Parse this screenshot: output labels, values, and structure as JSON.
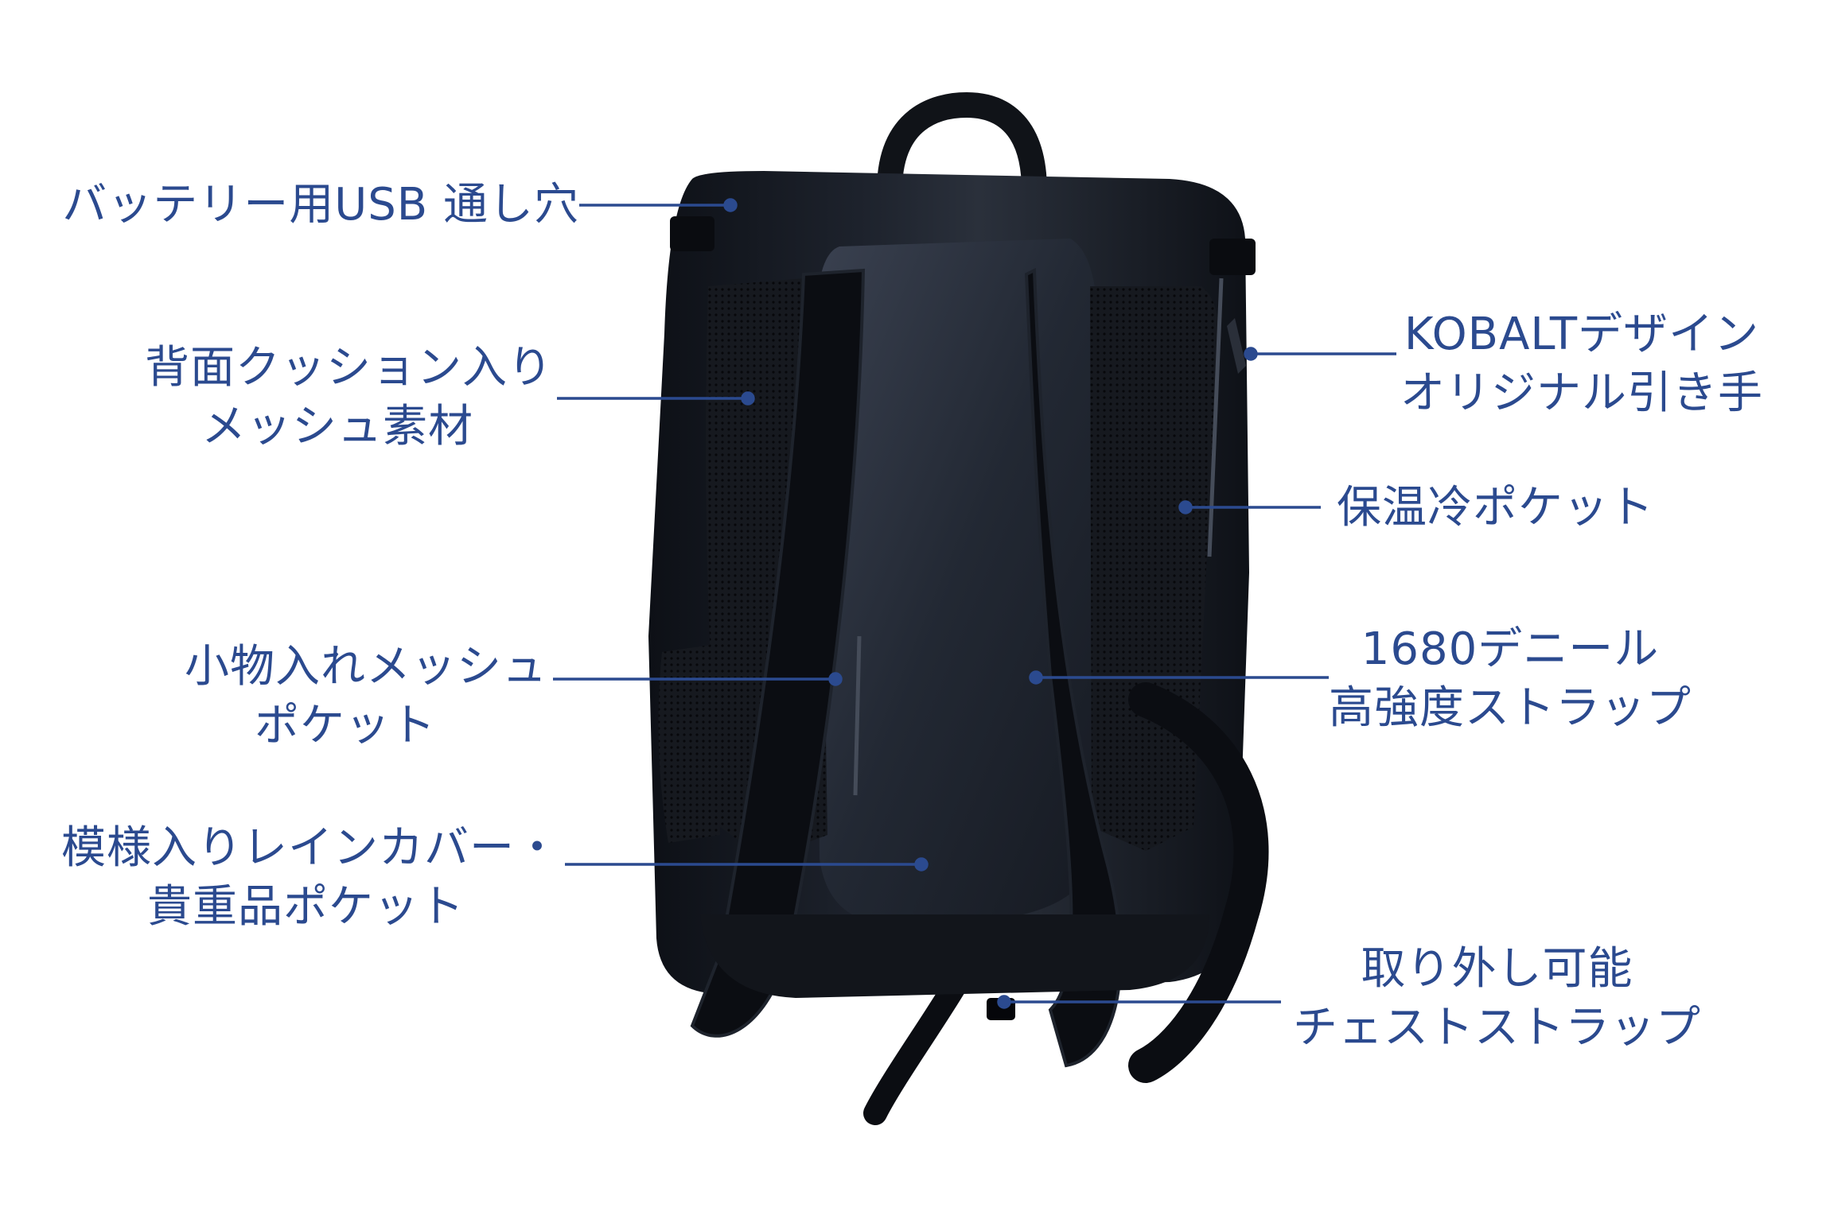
{
  "accent_color": "#2b4a8f",
  "bag_color": "#15181f",
  "subject": "backpack-rear-view",
  "callouts": [
    {
      "id": "usb-port",
      "lines": [
        "バッテリー用USB 通し穴"
      ]
    },
    {
      "id": "back-cushion",
      "lines": [
        "背面クッション入り",
        "メッシュ素材"
      ]
    },
    {
      "id": "mesh-pocket",
      "lines": [
        "小物入れメッシュ",
        "ポケット"
      ]
    },
    {
      "id": "rain-cover",
      "lines": [
        "模様入りレインカバー・",
        "貴重品ポケット"
      ]
    },
    {
      "id": "zipper-pull",
      "lines": [
        "KOBALTデザイン",
        "オリジナル引き手"
      ]
    },
    {
      "id": "insulated-pocket",
      "lines": [
        "保温冷ポケット"
      ]
    },
    {
      "id": "strap",
      "lines": [
        "1680デニール",
        "高強度ストラップ"
      ]
    },
    {
      "id": "chest-strap",
      "lines": [
        "取り外し可能",
        "チェストストラップ"
      ]
    }
  ]
}
